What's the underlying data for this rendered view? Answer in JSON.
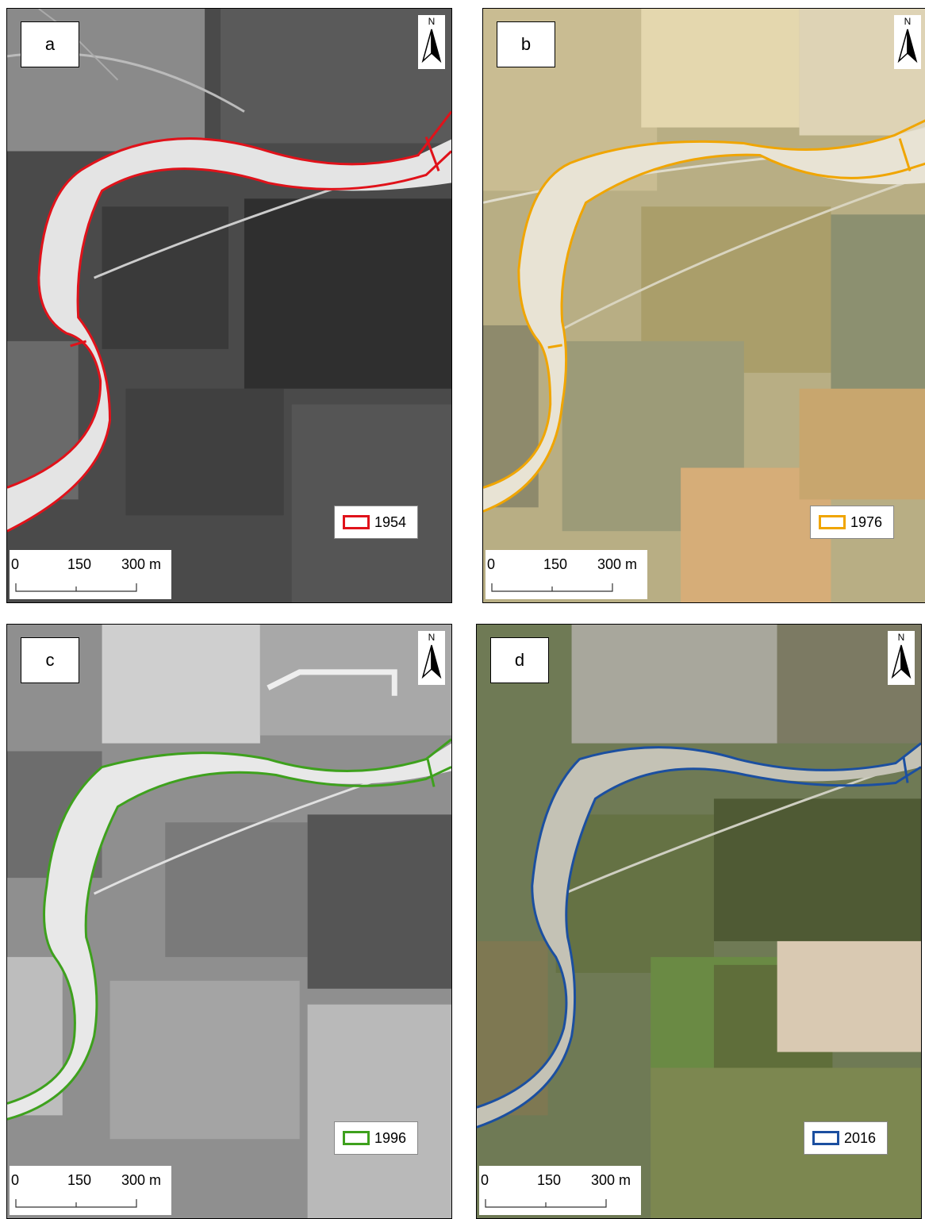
{
  "panels": [
    {
      "id": "a",
      "label": "a",
      "year": "1954",
      "color": "#e0121a",
      "style": "grayscale",
      "north": "N",
      "scale": {
        "zero": "0",
        "mid": "150",
        "end": "300 m"
      }
    },
    {
      "id": "b",
      "label": "b",
      "year": "1976",
      "color": "#f0a500",
      "style": "color",
      "north": "N",
      "scale": {
        "zero": "0",
        "mid": "150",
        "end": "300 m"
      }
    },
    {
      "id": "c",
      "label": "c",
      "year": "1996",
      "color": "#3ea11d",
      "style": "grayscale",
      "north": "N",
      "scale": {
        "zero": "0",
        "mid": "150",
        "end": "300 m"
      }
    },
    {
      "id": "d",
      "label": "d",
      "year": "2016",
      "color": "#1b4fa0",
      "style": "color",
      "north": "N",
      "scale": {
        "zero": "0",
        "mid": "150",
        "end": "300 m"
      }
    }
  ]
}
